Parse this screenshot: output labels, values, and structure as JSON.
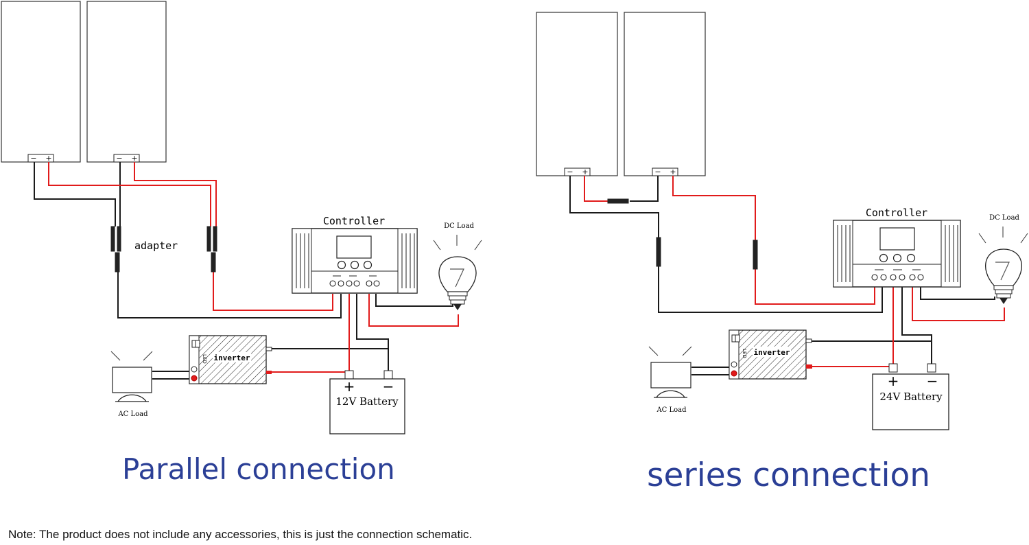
{
  "parallel": {
    "controller_label": "Controller",
    "dc_load_label": "DC Load",
    "adapter_label": "adapter",
    "inverter_label": "inverter",
    "battery_label": "12V Battery",
    "ac_load_label": "AC Load",
    "caption": "Parallel connection"
  },
  "series": {
    "controller_label": "Controller",
    "dc_load_label": "DC Load",
    "inverter_label": "inverter",
    "battery_label": "24V Battery",
    "ac_load_label": "AC Load",
    "caption": "series connection"
  },
  "terminal_minus": "−",
  "terminal_plus": "+",
  "battery_plus": "+",
  "battery_minus": "−",
  "inverter_led_text": "LED",
  "note": "Note: The product does not include any accessories, this is just the connection schematic.",
  "colors": {
    "positive_wire": "#e11b1b",
    "negative_wire": "#1a1a1a",
    "caption": "#2b3f96"
  }
}
